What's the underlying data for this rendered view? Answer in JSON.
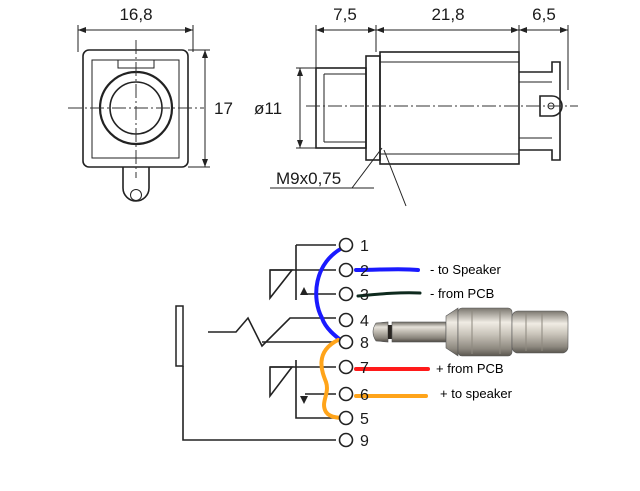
{
  "front_view": {
    "width_label": "16,8",
    "height_label": "17"
  },
  "side_view": {
    "dim_a": "7,5",
    "dim_b": "21,8",
    "dim_c": "6,5",
    "diameter_label": "ø11",
    "thread_label": "M9x0,75"
  },
  "pins": [
    "1",
    "2",
    "3",
    "4",
    "8",
    "7",
    "6",
    "5",
    "9"
  ],
  "wiring_notes": {
    "to_speaker_neg": "- to Speaker",
    "from_pcb_neg": "- from PCB",
    "from_pcb_pos": "+ from  PCB",
    "to_speaker_pos": "+ to speaker"
  },
  "colors": {
    "blue_wire": "#1a1aff",
    "black_wire": "#0e2a1e",
    "red_wire": "#ff1a1a",
    "orange_wire": "#ffa41a",
    "line": "#222222"
  },
  "icons": {
    "plug": "quarter-inch-jack-plug"
  }
}
